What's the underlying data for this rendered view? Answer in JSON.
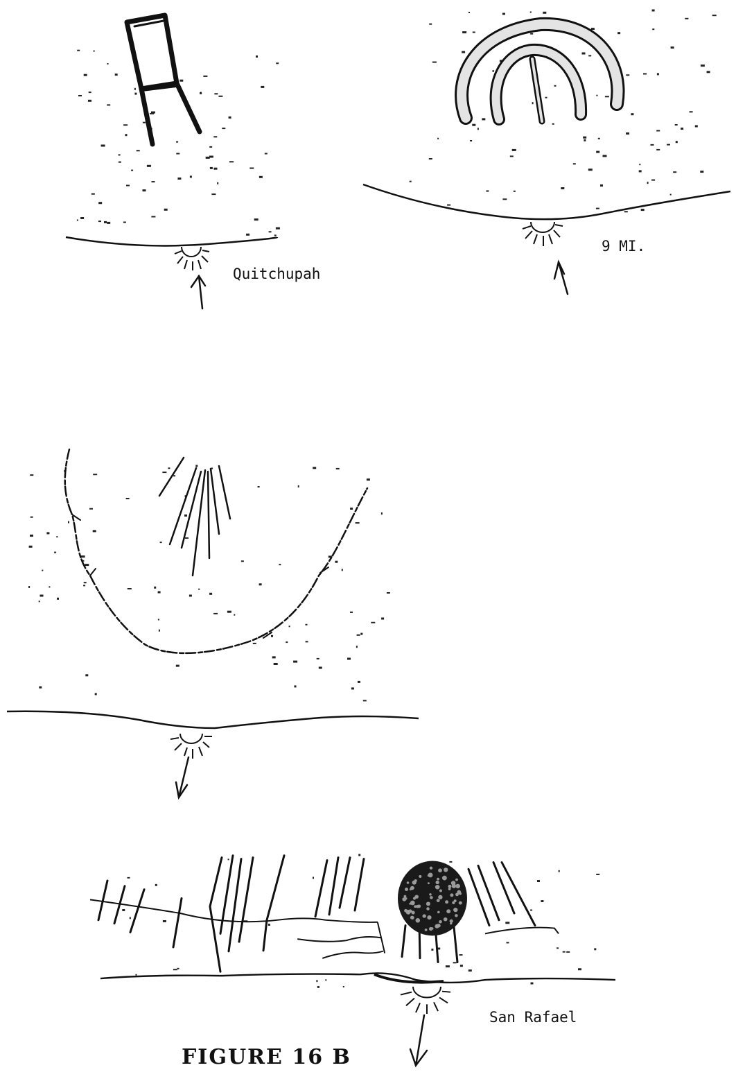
{
  "panels": [
    {
      "label": "Quitchupah"
    },
    {
      "label": "9 MI."
    },
    {
      "label": ""
    },
    {
      "label": "San Rafael"
    }
  ],
  "caption": "FIGURE 16 B",
  "ink_color": "#111111",
  "stipple_color": "#222222"
}
